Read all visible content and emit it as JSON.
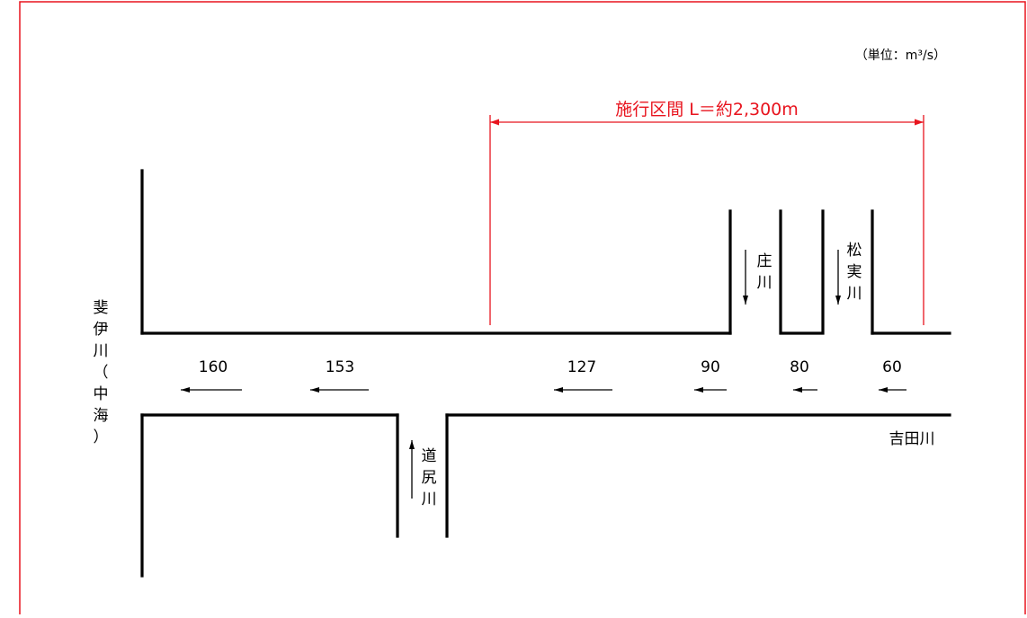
{
  "unit_label": "（単位：m³/s）",
  "section": {
    "label": "施行区間 L＝約2,300m",
    "color": "#e8141e"
  },
  "rivers": {
    "main_outlet": [
      "斐",
      "伊",
      "川",
      "（",
      "中",
      "海",
      "）"
    ],
    "main": "吉田川",
    "tributary_shou": [
      "庄",
      "川"
    ],
    "tributary_matsuzane": [
      "松",
      "実",
      "川"
    ],
    "tributary_doujiri": [
      "道",
      "尻",
      "川"
    ]
  },
  "flows": [
    {
      "value": "160"
    },
    {
      "value": "153"
    },
    {
      "value": "127"
    },
    {
      "value": "90"
    },
    {
      "value": "80"
    },
    {
      "value": "60"
    }
  ],
  "colors": {
    "frame": "#e8141e",
    "line": "#000000",
    "text": "#000000"
  }
}
